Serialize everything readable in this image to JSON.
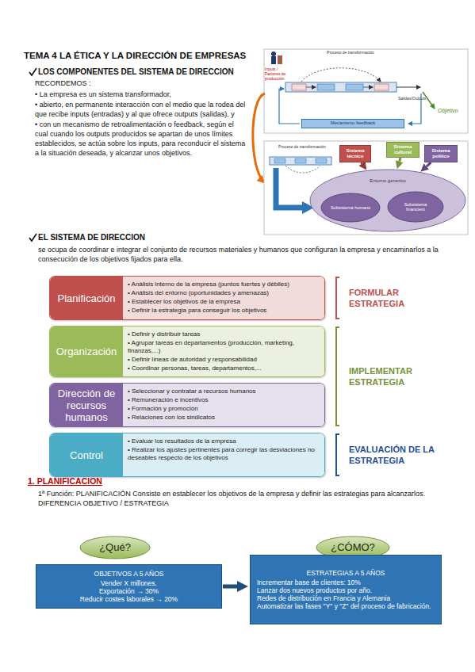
{
  "diagram": {
    "title": "TEMA 4 LA ÉTICA Y LA DIRECCIÓN DE EMPRESAS",
    "nodes": [
      {
        "text": [
          "Mecanismo feedback"
        ]
      },
      {
        "text": [
          "Sistema técnico"
        ]
      },
      {
        "text": [
          "Sistema cultural"
        ]
      },
      {
        "text": [
          "Sistema político"
        ]
      },
      {
        "text": [
          "Entorno genérico"
        ]
      },
      {
        "text": [
          "Subsistema humano"
        ],
        "in": 4
      },
      {
        "text": [
          "Subsistema financiero"
        ],
        "in": 4
      },
      {
        "text": [
          "Planificación",
          "• Análisis interno de la empresa (puntos fuertes y débiles)",
          "• Análisis del entorno (oportunidades y amenazas)",
          "• Establecer los objetivos de la empresa",
          "• Definir la estrategia para conseguir los objetivos"
        ]
      },
      {
        "text": [
          "Organización",
          "• Definir y distribuir tareas",
          "• Agrupar tareas en departamentos (producción, marketing, finanzas,...)",
          "• Definir líneas de autoridad y responsabilidad",
          "• Coordinar personas, tareas, departamentos,..."
        ]
      },
      {
        "text": [
          "Dirección de recursos humanos",
          "• Seleccionar y contratar a recursos humanos",
          "• Remuneración e incentivos",
          "• Formación y promoción",
          "• Relaciones con los sindicatos"
        ]
      },
      {
        "text": [
          "Control",
          "• Evaluar los resultados de la empresa",
          "• Realizar los ajustes pertinentes para corregir las desviaciones no deseables respecto de los objetivos"
        ]
      },
      {
        "text": [
          "¿Qué?"
        ]
      },
      {
        "text": [
          "¿CÓMO?"
        ]
      },
      {
        "text": [
          "OBJETIVOS A 5 AÑOS",
          "Vender X millones.",
          "Exportación → 30%",
          "Reducir costes laborales → 20%"
        ]
      },
      {
        "text": [
          "ESTRATEGIAS A 5 AÑOS",
          "Incrementar base de clientes: 10%",
          "Lanzar dos nuevos productos por año.",
          "Redes de distribución en Francia y Alemania",
          "Automatizar las fases \"Y\" y \"Z\" del proceso de fabricación."
        ]
      }
    ],
    "edges": [
      {
        "from": 1,
        "to": 4,
        "arrow": "to"
      },
      {
        "from": 2,
        "to": 4,
        "arrow": "to"
      },
      {
        "from": 3,
        "to": 4,
        "arrow": "to"
      },
      {
        "from": 13,
        "to": 14,
        "arrow": "to"
      }
    ],
    "labels": [
      "LOS COMPONENTES DEL SISTEMA DE DIRECCION",
      "RECORDEMOS :",
      "• La empresa es un sistema transformador,",
      "• abierto, en permanente interacción con el medio que la rodea del que recibe inputs (entradas) y al que ofrece outputs (salidas), y",
      "• con un mecanismo de retroalimentación o feedback, según el cual cuando los outputs producidos se apartan de unos límites establecidos, se actúa sobre los inputs, para reconducir el sistema a la situación deseada, y alcanzar unos objetivos.",
      "Proceso de transformación",
      "Inputs / Factores de producción",
      "Salidas/Outputs",
      "Objetivo",
      "Proceso de transformación",
      "EL SISTEMA DE DIRECCION",
      "se ocupa de coordinar e integrar el conjunto de recursos materiales y humanos que configuran la empresa y encaminarlos a la consecución de los objetivos fijados para ella.",
      "FORMULAR ESTRATEGIA",
      "IMPLEMENTAR ESTRATEGIA",
      "EVALUACIÓN DE LA ESTRATEGIA",
      "1. PLANIFICACION",
      "1ª Función: PLANIFICACIÓN Consiste en establecer los objetivos de la empresa y definir las estrategias para alcanzarlos. DIFERENCIA OBJETIVO / ESTRATEGIA"
    ]
  }
}
